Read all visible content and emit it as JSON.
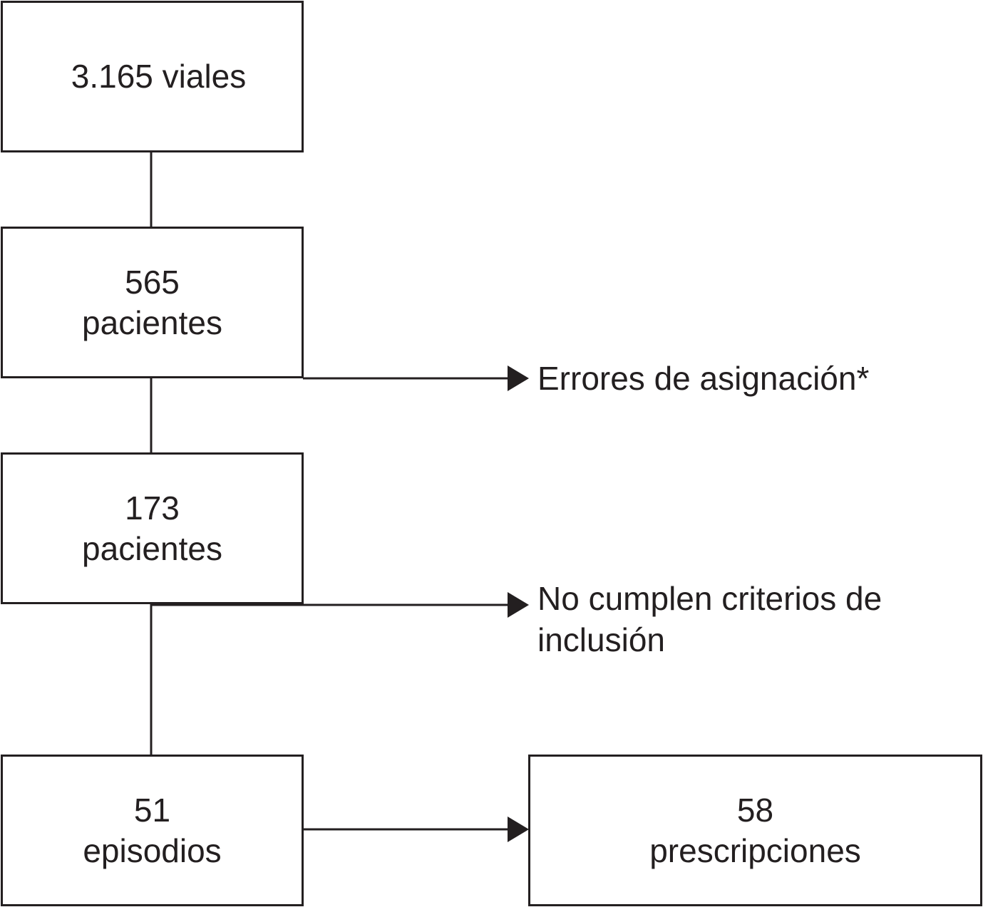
{
  "boxes": {
    "viales": {
      "lines": [
        "3.165 viales"
      ]
    },
    "pacientes_565": {
      "lines": [
        "565",
        "pacientes"
      ]
    },
    "pacientes_173": {
      "lines": [
        "173",
        "pacientes"
      ]
    },
    "episodios": {
      "lines": [
        "51",
        "episodios"
      ]
    },
    "prescripciones": {
      "lines": [
        "58",
        "prescripciones"
      ]
    }
  },
  "exclusions": {
    "errores": {
      "lines": [
        "Errores de asignación*"
      ]
    },
    "criterios": {
      "lines": [
        "No cumplen criterios de",
        "inclusión"
      ]
    }
  },
  "colors": {
    "stroke": "#231f20",
    "background": "#ffffff"
  }
}
